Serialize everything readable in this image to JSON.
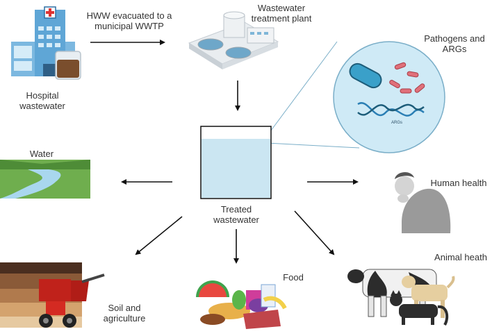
{
  "labels": {
    "hww_line1": "HWW evacuated to a",
    "hww_line2": "municipal WWTP",
    "wwtp_line1": "Wastewater",
    "wwtp_line2": "treatment plant",
    "hospital_line1": "Hospital",
    "hospital_line2": "wastewater",
    "pathogens_line1": "Pathogens and",
    "pathogens_line2": "ARGs",
    "args_dna": "ARGs",
    "water": "Water",
    "treated_line1": "Treated",
    "treated_line2": "wastewater",
    "human_health": "Human health",
    "animal_health": "Animal heath",
    "food": "Food",
    "soil_line1": "Soil and",
    "soil_line2": "agriculture"
  }
}
